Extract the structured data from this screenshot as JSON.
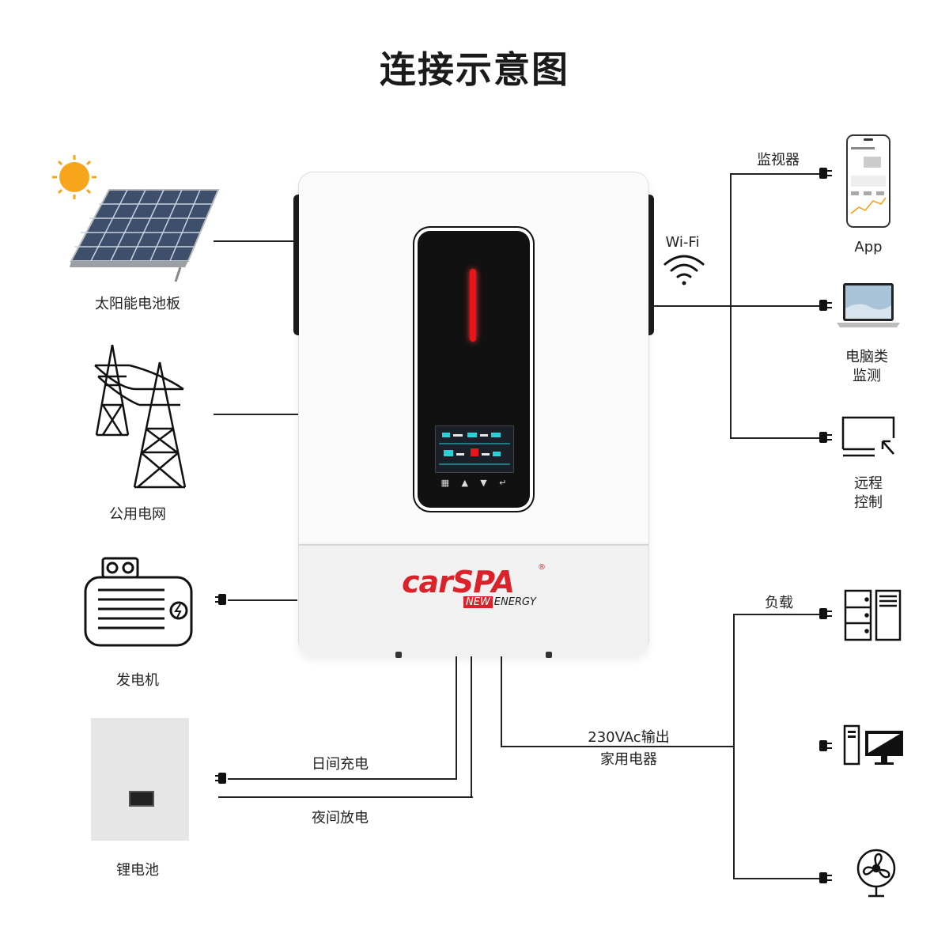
{
  "title": "连接示意图",
  "inputs": {
    "solar": "太阳能电池板",
    "grid": "公用电网",
    "generator": "发电机",
    "battery": "锂电池"
  },
  "battery_lines": {
    "charge": "日间充电",
    "discharge": "夜间放电"
  },
  "wifi": {
    "label": "Wi-Fi",
    "monitor": "监视器"
  },
  "monitoring": {
    "app": "App",
    "pc_line1": "电脑类",
    "pc_line2": "监测",
    "remote_line1": "远程",
    "remote_line2": "控制"
  },
  "output": {
    "line1": "230VAc输出",
    "line2": "家用电器",
    "load": "负载"
  },
  "brand": {
    "name": "carSPA",
    "new": "NEW",
    "energy": "ENERGY",
    "reg": "®"
  },
  "colors": {
    "brand_red": "#d9222a",
    "line": "#222222"
  }
}
